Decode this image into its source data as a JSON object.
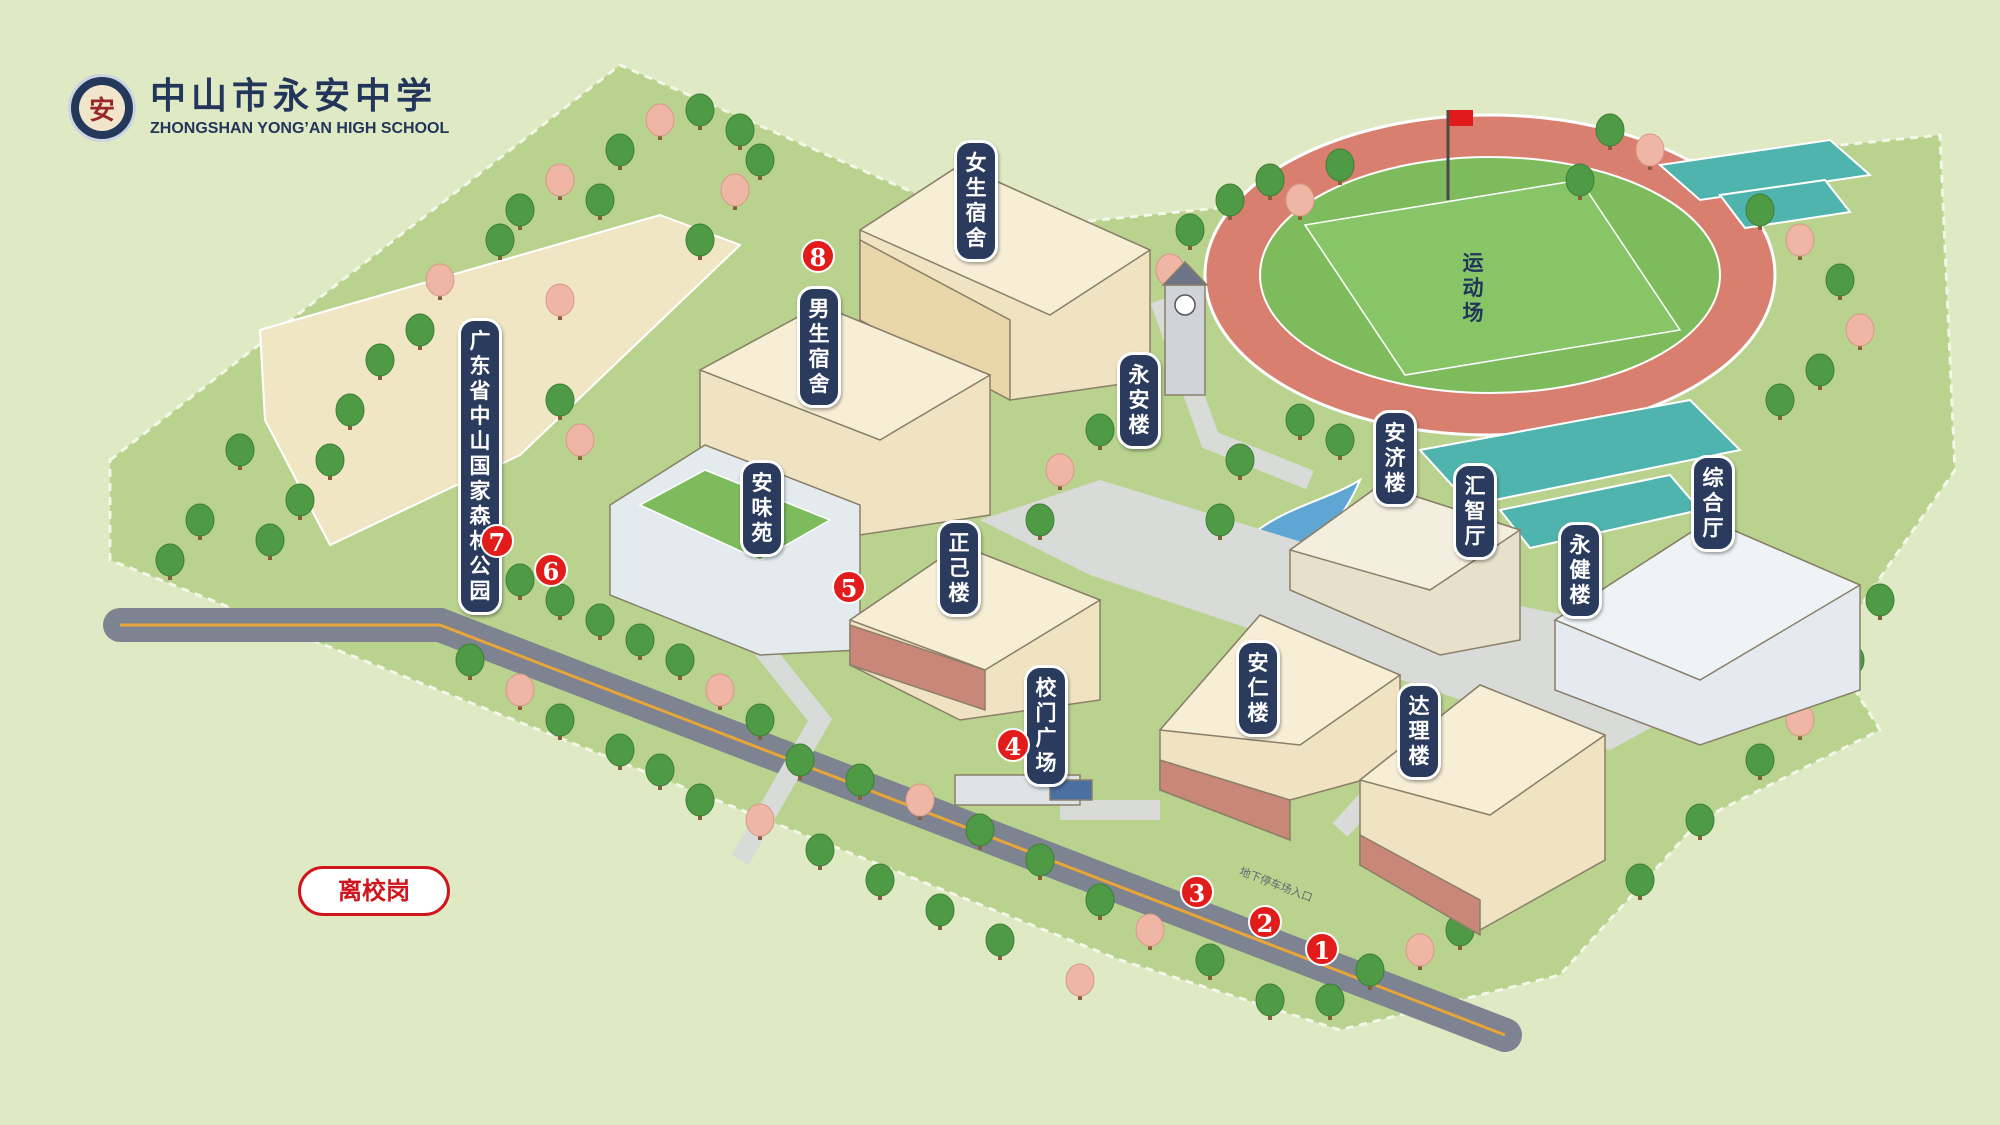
{
  "school": {
    "name_cn": "中山市永安中学",
    "name_en": "ZHONGSHAN YONG’AN HIGH SCHOOL",
    "seal_glyph": "安"
  },
  "labels": {
    "girls_dorm": "女生宿舍",
    "boys_dorm": "男生宿舍",
    "forest_park": "广东省中山国家森林公园",
    "anwei_yuan": "安味苑",
    "zhengji_lou": "正己楼",
    "gate_plaza": "校门广场",
    "yongan_lou": "永安楼",
    "anji_lou": "安济楼",
    "huizhi_ting": "汇智厅",
    "yongjian_lou": "永健楼",
    "zonghe_ting": "综合厅",
    "anren_lou": "安仁楼",
    "dali_lou": "达理楼",
    "sports_field": "运动场"
  },
  "markers": [
    "1",
    "2",
    "3",
    "4",
    "5",
    "6",
    "7",
    "8"
  ],
  "badge": "离校岗",
  "road_sign": "地下停车场入口",
  "colors": {
    "background": "#dfe9c3",
    "campus_grass": "#b9d38f",
    "road": "#7d8390",
    "road_center_line": "#e7a53a",
    "track": "#d97f6f",
    "field": "#7dbb5c",
    "courts": "#4fb3ae",
    "label_bg": "#2a3b5e",
    "marker_red": "#e21b1b",
    "flag": "#e11b1b"
  },
  "icons": [
    "school-seal-icon",
    "flag-icon",
    "clock-tower-icon",
    "tree-icon"
  ]
}
